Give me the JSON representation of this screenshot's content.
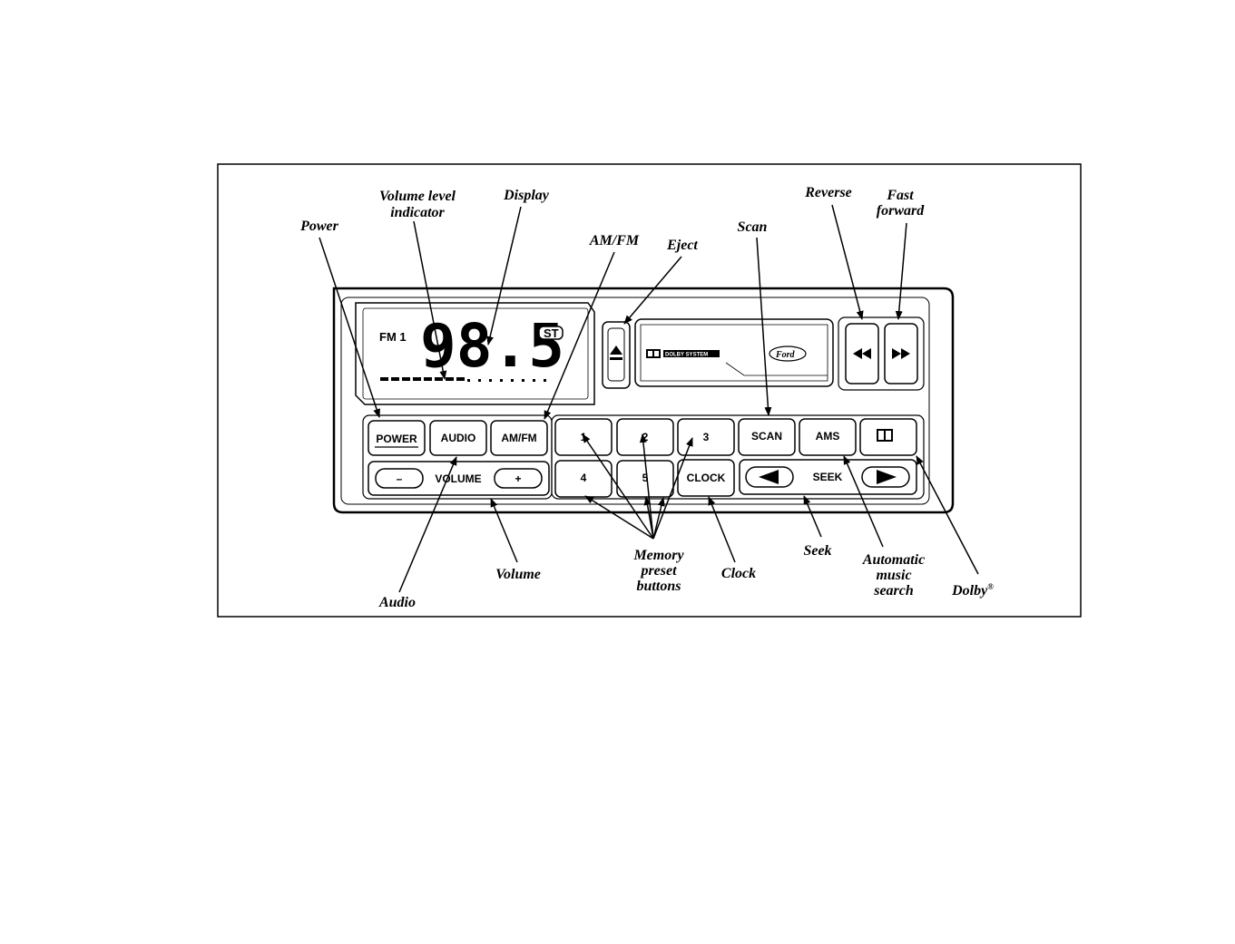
{
  "callouts": {
    "power": "Power",
    "volume_level_1": "Volume level",
    "volume_level_2": "indicator",
    "display": "Display",
    "amfm": "AM/FM",
    "eject": "Eject",
    "scan": "Scan",
    "reverse": "Reverse",
    "fast_1": "Fast",
    "fast_2": "forward",
    "audio": "Audio",
    "volume": "Volume",
    "memory_1": "Memory",
    "memory_2": "preset",
    "memory_3": "buttons",
    "clock": "Clock",
    "seek": "Seek",
    "ams_1": "Automatic",
    "ams_2": "music",
    "ams_3": "search",
    "dolby": "Dolby",
    "dolby_mark": "®"
  },
  "display": {
    "band": "FM 1",
    "frequency": "98.5",
    "stereo": "ST"
  },
  "cassette": {
    "dolby_system": "DOLBY SYSTEM",
    "brand": "Ford"
  },
  "buttons": {
    "power": "POWER",
    "audio": "AUDIO",
    "amfm": "AM/FM",
    "preset_1": "1",
    "preset_2": "2",
    "preset_3": "3",
    "preset_4": "4",
    "preset_5": "5",
    "scan": "SCAN",
    "ams": "AMS",
    "clock": "CLOCK",
    "volume_minus": "–",
    "volume_label": "VOLUME",
    "volume_plus": "+",
    "seek_label": "SEEK"
  },
  "icons": {
    "eject": "eject-icon",
    "reverse": "rewind-icon",
    "fast_forward": "fast-forward-icon",
    "dolby": "dolby-icon",
    "seek_left": "seek-left-triangle-icon",
    "seek_right": "seek-right-triangle-icon"
  },
  "colors": {
    "ink": "#000000",
    "background": "#ffffff"
  }
}
